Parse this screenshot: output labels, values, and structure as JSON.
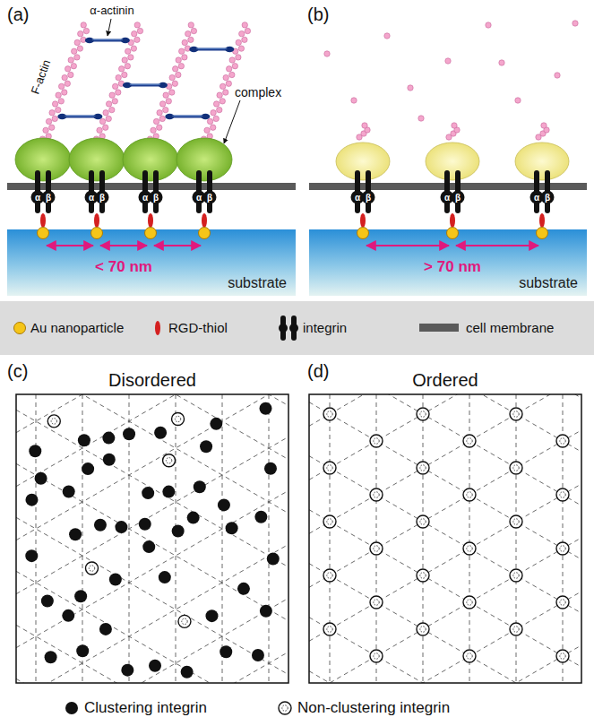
{
  "diagram": {
    "nodes": [
      {
        "text": [
          "substrate"
        ]
      },
      {
        "text": [
          "substrate"
        ]
      },
      {
        "text": [
          "Disordered"
        ]
      },
      {
        "text": [
          "Ordered"
        ]
      }
    ],
    "labels": [
      "(a)",
      "(b)",
      "α-actinin",
      "F-actin",
      "complex",
      "< 70 nm",
      "> 70 nm",
      "α",
      "β",
      "α",
      "β",
      "α",
      "β",
      "α",
      "β",
      "α",
      "β",
      "α",
      "β",
      "α",
      "β",
      "(c)",
      "(d)"
    ],
    "legend": [
      {
        "text": "Au nanoparticle"
      },
      {
        "text": "RGD-thiol"
      },
      {
        "text": "integrin"
      },
      {
        "text": "cell membrane"
      },
      {
        "text": "Clustering integrin"
      },
      {
        "text": "Non-clustering integrin"
      }
    ]
  }
}
